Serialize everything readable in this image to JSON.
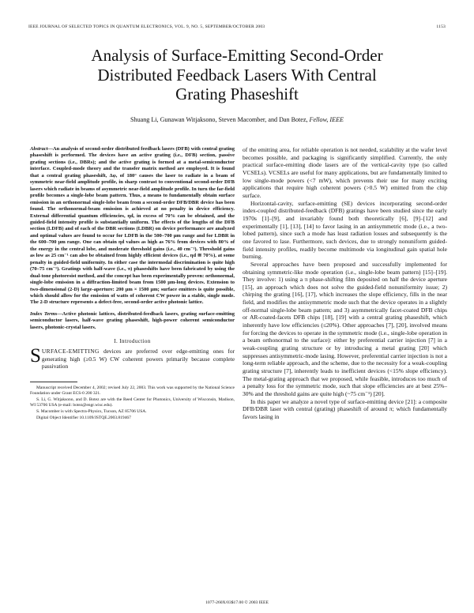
{
  "header": {
    "journal": "IEEE JOURNAL OF SELECTED TOPICS IN QUANTUM ELECTRONICS, VOL. 9, NO. 5, SEPTEMBER/OCTOBER 2003",
    "page_number": "1153"
  },
  "title": {
    "line1": "Analysis of Surface-Emitting Second-Order",
    "line2": "Distributed Feedback Lasers With Central",
    "line3": "Grating Phaseshift"
  },
  "authors": {
    "names": "Shuang Li, Gunawan Witjaksono, Steven Macomber, and Dan Botez, ",
    "suffix": "Fellow, IEEE"
  },
  "abstract": {
    "label": "Abstract",
    "text": "—An analysis of second-order distributed feedback lasers (DFB) with central grating phaseshift is performed. The devices have an active grating (i.e., DFB) section, passive grating sections (i.e., DBRs); and the active grating is formed at a metal-semiconductor interface. Coupled-mode theory and the transfer matrix method are employed. It is found that a central grating phaseshift, Δφ, of 180° causes the laser to radiate in a beam of symmetric near-field amplitude profile, in sharp contrast to conventional second-order DFB lasers which radiate in beams of asymmetric near-field amplitude profile. In turn the far-field profile becomes a single-lobe beam pattern. Thus, a means to fundamentally obtain surface emission in an orthonormal single-lobe beam from a second-order DFB/DBR device has been found. The orthonormal-beam emission is achieved at no penalty in device efficiency. External differential quantum efficiencies, ηd, in excess of 70% can be obtained, and the guided-field intensity profile is substantially uniform. The effects of the lengths of the DFB section (LDFB) and of each of the DBR sections (LDBR) on device performance are analyzed and optimal values are found to occur for LDFB in the 500–700 μm range and for LDBR in the 600–700 μm range. One can obtain ηd values as high as 76% from devices with 80% of the energy in the central lobe, and moderate threshold gains (i.e., 40 cm⁻¹). Threshold gains as low as 25 cm⁻¹ can also be obtained from highly efficient devices (i.e., ηd ≅ 70%), at some penalty in guided-field uniformity. In either case the intermodal discrimination is quite high (70–75 cm⁻¹). Gratings with half-wave (i.e., π) phaseshifts have been fabricated by using the dual-tone photoresist method, and the concept has been experimentally proven: orthonormal, single-lobe emission in a diffraction-limited beam from 1500 μm-long devices. Extension to two-dimensional (2-D) large-aperture: 200 μm × 1500 μm; surface emitters is quite possible, which should allow for the emission of watts of coherent CW power in a stable, single mode. The 2-D structure represents a defect-free, second-order active photonic lattice."
  },
  "index_terms": {
    "label": "Index Terms",
    "text": "—Active photonic lattices, distributed-feedback lasers, grating surface-emitting semiconductor lasers, half-wave grating phaseshift, high-power coherent semiconductor lasers, photonic-crystal lasers."
  },
  "section1": {
    "heading": "I. Introduction",
    "dropcap": "S",
    "first_word_rest": "URFACE-EMITTING",
    "text": " devices are preferred over edge-emitting ones for generating high (≥0.5 W) CW coherent powers primarily because complete passivation"
  },
  "footnotes": [
    "Manuscript received December 4, 2002; revised July 22, 2003. This work was supported by the National Science Foundation under Grant ECS-0 200 321.",
    "S. Li, G. Witjaksono, and D. Botez are with the Reed Center for Photonics, University of Wisconsin, Madison, WI 53706 USA (e-mail: botez@engr.wisc.edu).",
    "S. Macomber is with Spectra-Physics, Tucson, AZ 85706 USA.",
    "Digital Object Identifier 10.1109/JSTQE.2003.819467"
  ],
  "right_column": {
    "p1": "of the emitting area, for reliable operation is not needed, scalability at the wafer level becomes possible, and packaging is significantly simplified. Currently, the only practical surface-emitting diode lasers are of the vertical-cavity type (so called VCSELs). VCSELs are useful for many applications, but are fundamentally limited to low single-mode powers (<7 mW), which prevents their use for many exciting applications that require high coherent powers (>0.5 W) emitted from the chip surface.",
    "p2": "Horizontal-cavity, surface-emitting (SE) devices incorporating second-order index-coupled distributed-feedback (DFB) gratings have been studied since the early 1970s [1]–[9], and invariably found both theoretically [6], [9]–[12] and experimentally [1], [13], [14] to favor lasing in an antisymmetric mode (i.e., a two-lobed pattern), since such a mode has least radiation losses and subsequently is the one favored to lase. Furthermore, such devices, due to strongly nonuniform guided-field intensity profiles, readily become multimode via longitudinal gain spatial hole burning.",
    "p3": "Several approaches have been proposed and successfully implemented for obtaining symmetric-like mode operation (i.e., single-lobe beam pattern) [15]–[19]. They involve: 1) using a π phase-shifting film deposited on half the device aperture [15], an approach which does not solve the guided-field nonuniformity issue; 2) chirping the grating [16], [17], which increases the slope efficiency, fills in the near field, and modifies the antisymmetric mode such that the device operates in a slightly off-normal single-lobe beam pattern; and 3) asymmetrically facet-coated DFB chips or AR-coated-facets DFB chips [18], [19] with a central grating phaseshift, which inherently have low efficiencies (≤20%). Other approaches [7], [20], involved means for forcing the devices to operate in the symmetric mode (i.e., single-lobe operation in a beam orthonormal to the surface): either by preferential carrier injection [7] in a weak-coupling grating structure or by introducing a metal grating [20] which suppresses antisymmetric-mode lasing. However, preferential carrier injection is not a long-term reliable approach, and the scheme, due to the necessity for a weak-coupling grating structure [7], inherently leads to inefficient devices (<15% slope efficiency). The metal-grating approach that we proposed, while feasible, introduces too much of a penalty loss for the symmetric mode, such that slope efficiencies are at best 25%–30% and the threshold gains are quite high (~75 cm⁻¹) [20].",
    "p4": "In this paper we analyze a novel type of surface-emitting device [21]: a composite DFB/DBR laser with central (grating) phaseshift of around π; which fundamentally favors lasing in"
  },
  "footer": {
    "text": "1077-260X/03$17.00 © 2003 IEEE"
  }
}
